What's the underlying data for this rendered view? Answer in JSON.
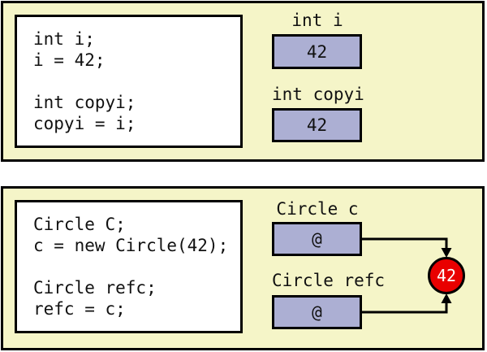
{
  "colors": {
    "panel_bg": "#F5F5C8",
    "variable_box_fill": "#ACAFD3",
    "object_circle_fill": "#E90000",
    "border": "#000000",
    "code_box_bg": "#FFFFFF"
  },
  "top_panel": {
    "code_lines": [
      "int i;",
      "i = 42;",
      "",
      "int copyi;",
      "copyi = i;"
    ],
    "variables": [
      {
        "label": "int i",
        "value": "42"
      },
      {
        "label": "int copyi",
        "value": "42"
      }
    ]
  },
  "bottom_panel": {
    "code_lines": [
      "Circle C;",
      "c = new Circle(42);",
      "",
      "Circle refc;",
      "refc = c;"
    ],
    "variables": [
      {
        "label": "Circle c",
        "value": "@"
      },
      {
        "label": "Circle refc",
        "value": "@"
      }
    ],
    "object": {
      "value": "42"
    }
  }
}
